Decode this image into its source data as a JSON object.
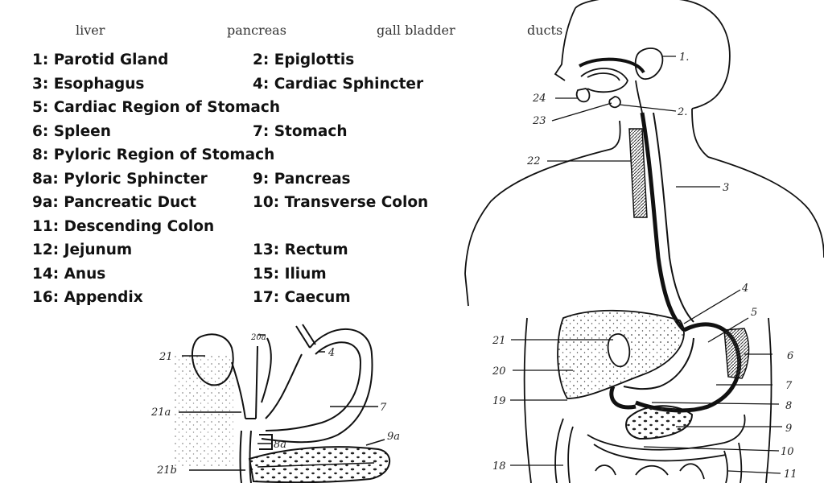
{
  "top_labels": [
    "liver",
    "pancreas",
    "gall bladder",
    "ducts"
  ],
  "legend": [
    [
      "1: Parotid Gland",
      "2: Epiglottis"
    ],
    [
      "3: Esophagus",
      "4: Cardiac Sphincter"
    ],
    [
      "5: Cardiac Region of Stomach",
      ""
    ],
    [
      "6: Spleen",
      "7: Stomach"
    ],
    [
      "8: Pyloric Region of Stomach",
      ""
    ],
    [
      "8a: Pyloric Sphincter",
      "9: Pancreas"
    ],
    [
      "9a: Pancreatic Duct",
      "10: Transverse Colon"
    ],
    [
      "11: Descending Colon",
      ""
    ],
    [
      "12: Jejunum",
      "13: Rectum"
    ],
    [
      "14: Anus",
      "15: Ilium"
    ],
    [
      "16: Appendix",
      "17: Caecum"
    ]
  ],
  "small_diagram_labels": [
    "21",
    "20a",
    "4",
    "7",
    "21a",
    "8a",
    "9a",
    "21b"
  ],
  "body_labels": [
    "1.",
    "2.",
    "3",
    "4",
    "5",
    "6",
    "7",
    "8",
    "9",
    "10",
    "11",
    "24",
    "23",
    "22",
    "21",
    "20",
    "19",
    "18"
  ]
}
